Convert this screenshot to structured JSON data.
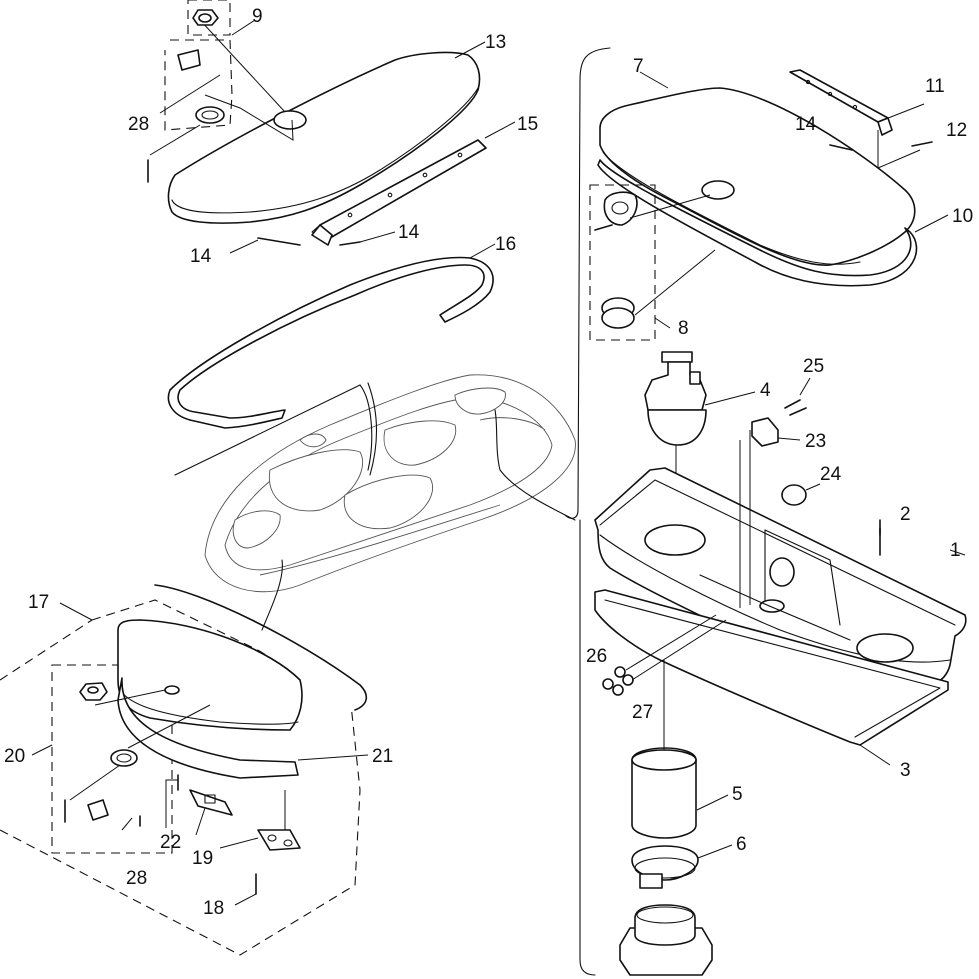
{
  "diagram": {
    "callouts": {
      "c1": "1",
      "c2": "2",
      "c3": "3",
      "c4": "4",
      "c5": "5",
      "c6": "6",
      "c7": "7",
      "c8": "8",
      "c9": "9",
      "c10": "10",
      "c11": "11",
      "c12": "12",
      "c13": "13",
      "c14a": "14",
      "c14b": "14",
      "c14c": "14",
      "c15": "15",
      "c16": "16",
      "c17": "17",
      "c18": "18",
      "c19": "19",
      "c20": "20",
      "c21": "21",
      "c22": "22",
      "c23": "23",
      "c24": "24",
      "c25": "25",
      "c26": "26",
      "c27": "27",
      "c28a": "28",
      "c28b": "28"
    },
    "colors": {
      "line": "#111111",
      "boat_outline": "#555555",
      "background": "#ffffff"
    }
  }
}
